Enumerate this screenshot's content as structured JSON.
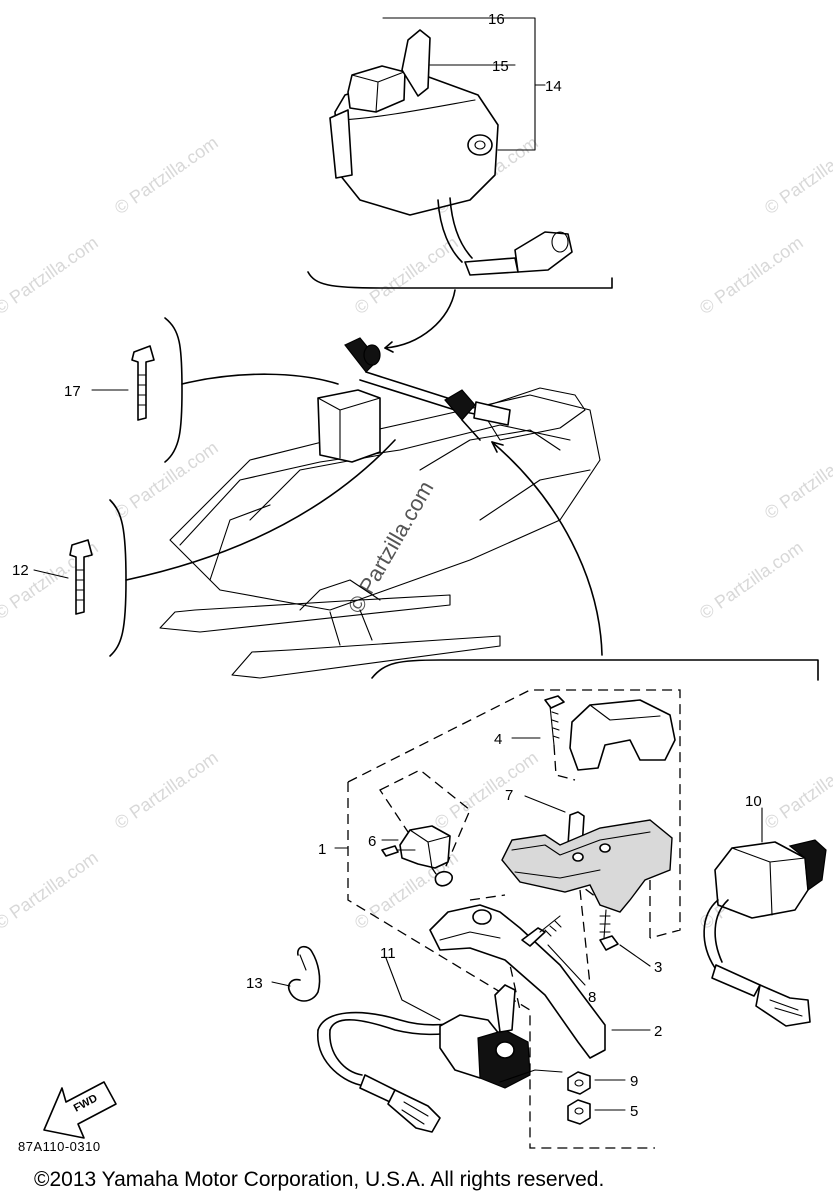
{
  "callouts": {
    "c1": "1",
    "c2": "2",
    "c3": "3",
    "c4": "4",
    "c5": "5",
    "c6": "6",
    "c7": "7",
    "c8": "8",
    "c9": "9",
    "c10": "10",
    "c11": "11",
    "c12": "12",
    "c13": "13",
    "c14": "14",
    "c15": "15",
    "c16": "16",
    "c17": "17"
  },
  "watermark": "© Partzilla.com",
  "fwd_label": "FWD",
  "diagram_code": "87A110-0310",
  "copyright": "©2013 Yamaha Motor Corporation, U.S.A. All rights reserved."
}
